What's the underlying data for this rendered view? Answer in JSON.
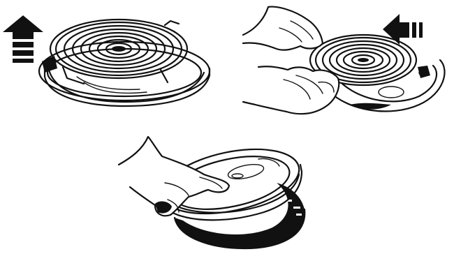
{
  "figure": {
    "panels": [
      {
        "step": "lift-element",
        "arrow": "up-arrow-icon"
      },
      {
        "step": "pull-element-out",
        "arrow": "left-arrow-icon"
      },
      {
        "step": "remove-drip-pan",
        "arrow": ""
      }
    ],
    "colors": {
      "ink": "#111111",
      "paper": "#ffffff"
    }
  }
}
